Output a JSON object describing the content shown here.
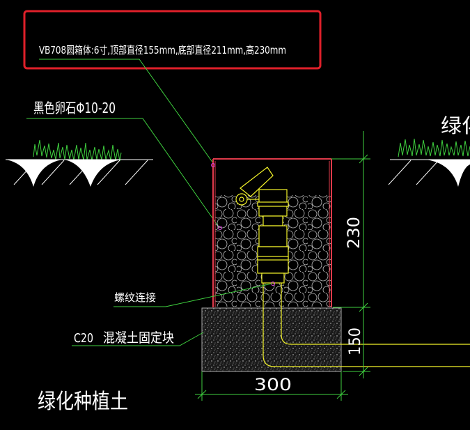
{
  "labels": {
    "valve_box": "VB708圆箱体:6寸,顶部直径155mm,底部直径211mm,高230mm",
    "gravel": "黑色卵石Φ10-20",
    "thread": "螺纹连接",
    "concrete_grade": "C20",
    "concrete": "混凝土固定块",
    "soil": "绿化种植土",
    "right_partial": "绿化"
  },
  "dimensions": {
    "box_height": "230",
    "block_height": "150",
    "block_width": "300"
  },
  "colors": {
    "highlight_box": "#e0202a",
    "leader": "#3fd13f",
    "box_wall": "#e03a4a",
    "valve": "#f4f42a",
    "dimension": "#3fd13f",
    "text": "#ffffff"
  }
}
